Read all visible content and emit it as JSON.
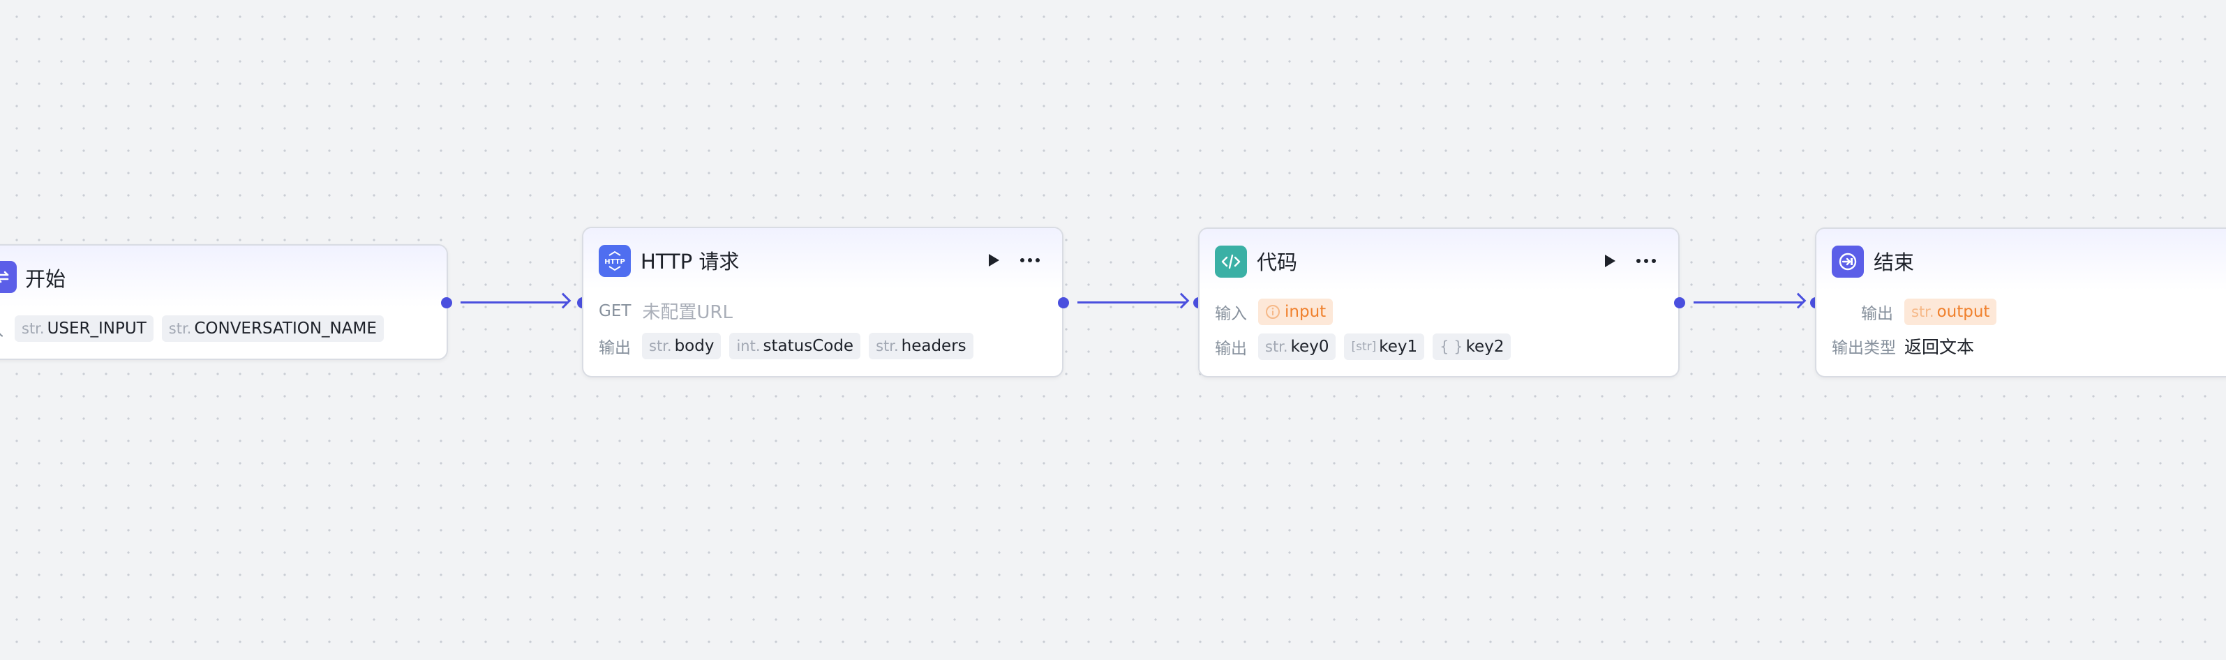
{
  "nodes": {
    "start": {
      "title": "开始",
      "input_label": "入",
      "inputs": [
        {
          "type": "str.",
          "name": "USER_INPUT"
        },
        {
          "type": "str.",
          "name": "CONVERSATION_NAME"
        }
      ]
    },
    "http": {
      "title": "HTTP 请求",
      "icon_text": "HTTP",
      "method": "GET",
      "url_placeholder": "未配置URL",
      "output_label": "输出",
      "outputs": [
        {
          "type": "str.",
          "name": "body"
        },
        {
          "type": "int.",
          "name": "statusCode"
        },
        {
          "type": "str.",
          "name": "headers"
        }
      ]
    },
    "code": {
      "title": "代码",
      "input_label": "输入",
      "input_tag": "input",
      "output_label": "输出",
      "outputs": [
        {
          "type": "str.",
          "name": "key0"
        },
        {
          "type": "[str]",
          "name": "key1"
        },
        {
          "type": "{ }",
          "name": "key2"
        }
      ]
    },
    "end": {
      "title": "结束",
      "output_label": "输出",
      "output_tag_type": "str.",
      "output_tag": "output",
      "output_type_label": "输出类型",
      "output_type_value": "返回文本"
    }
  },
  "icons": {
    "start": "start-icon",
    "http": "http-icon",
    "code": "code-icon",
    "end": "end-icon",
    "run": "play-icon",
    "more": "more-icon",
    "info": "info-icon"
  },
  "colors": {
    "accent": "#4a4fde",
    "code_icon": "#3ab0a5",
    "http_icon": "#4f6ef0",
    "end_icon": "#5b5ee8",
    "start_icon": "#5b5ee8",
    "orange_tag_bg": "#fde8d8",
    "orange_tag_text": "#f0802c"
  }
}
